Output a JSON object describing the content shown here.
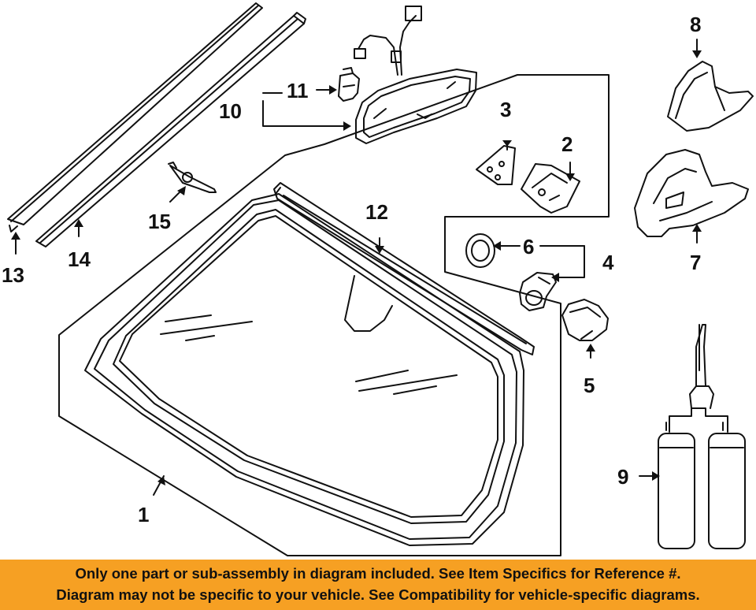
{
  "diagram": {
    "callouts": {
      "c1": "1",
      "c2": "2",
      "c3": "3",
      "c4": "4",
      "c5": "5",
      "c6": "6",
      "c7": "7",
      "c8": "8",
      "c9": "9",
      "c10": "10",
      "c11": "11",
      "c12": "12",
      "c13": "13",
      "c14": "14",
      "c15": "15"
    }
  },
  "footer": {
    "line1": "Only one part or sub-assembly in diagram included. See Item Specifics for Reference #.",
    "line2": "Diagram may not be specific to your vehicle. See Compatibility for vehicle-specific diagrams."
  },
  "colors": {
    "banner": "#f6a023",
    "line": "#111111"
  }
}
